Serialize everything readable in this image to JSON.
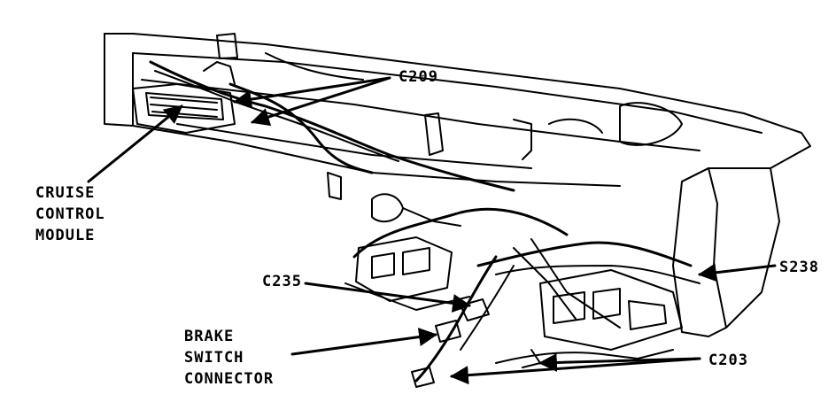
{
  "labels": {
    "cruise_control_module": [
      "CRUISE",
      "CONTROL",
      "MODULE"
    ],
    "c209": "C209",
    "c235": "C235",
    "brake_switch_connector": [
      "BRAKE",
      "SWITCH",
      "CONNECTOR"
    ],
    "s238": "S238",
    "c203": "C203"
  },
  "colors": {
    "ink": "#000000",
    "paper": "#ffffff"
  }
}
